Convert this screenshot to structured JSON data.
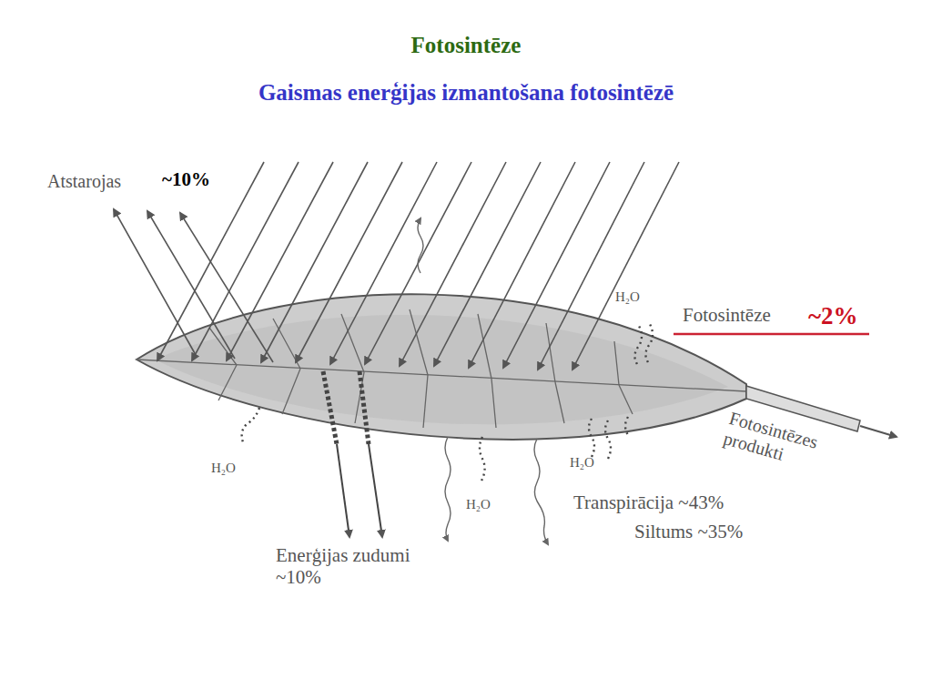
{
  "diagram": {
    "title": "Fotosintēze",
    "labels": [
      "Gaismas enerģijas izmantošana fotosintēzē",
      "Atstarojas",
      "~10%",
      "H₂O",
      "Fotosintēze",
      "~2%",
      "H₂O",
      "Fotosintēzes produkti",
      "H₂O",
      "H₂O",
      "Transpirācija ~43%",
      "Siltums ~35%",
      "Enerģijas zudumi ~10%"
    ]
  }
}
